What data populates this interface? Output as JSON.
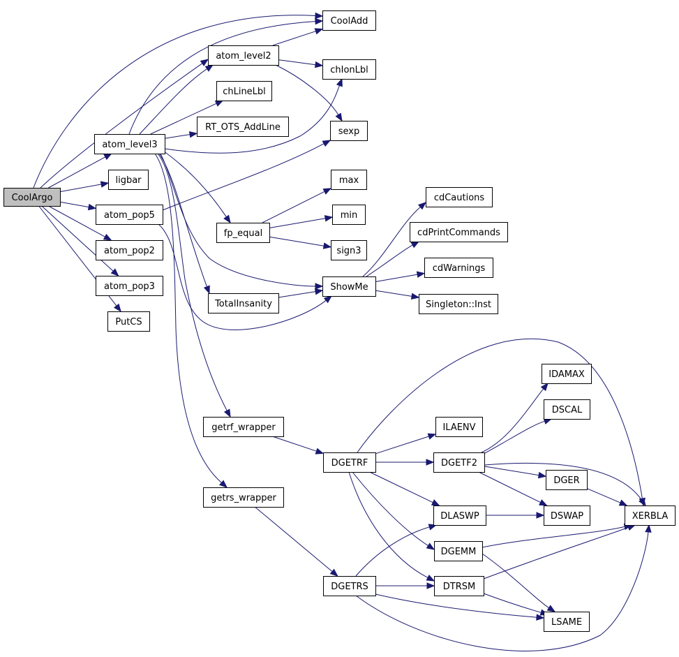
{
  "colors": {
    "edge": "#191970",
    "node_fill": "#ffffff",
    "root_fill": "#bfbfbf",
    "node_border": "#000000"
  },
  "root": "CoolArgo",
  "nodes": [
    {
      "id": "CoolArgo",
      "label": "CoolArgo"
    },
    {
      "id": "atom_level3",
      "label": "atom_level3"
    },
    {
      "id": "ligbar",
      "label": "ligbar"
    },
    {
      "id": "atom_pop5",
      "label": "atom_pop5"
    },
    {
      "id": "atom_pop2",
      "label": "atom_pop2"
    },
    {
      "id": "atom_pop3",
      "label": "atom_pop3"
    },
    {
      "id": "PutCS",
      "label": "PutCS"
    },
    {
      "id": "atom_level2",
      "label": "atom_level2"
    },
    {
      "id": "chLineLbl",
      "label": "chLineLbl"
    },
    {
      "id": "RT_OTS_AddLine",
      "label": "RT_OTS_AddLine"
    },
    {
      "id": "fp_equal",
      "label": "fp_equal"
    },
    {
      "id": "TotalInsanity",
      "label": "TotalInsanity"
    },
    {
      "id": "CoolAdd",
      "label": "CoolAdd"
    },
    {
      "id": "chIonLbl",
      "label": "chIonLbl"
    },
    {
      "id": "sexp",
      "label": "sexp"
    },
    {
      "id": "max",
      "label": "max"
    },
    {
      "id": "min",
      "label": "min"
    },
    {
      "id": "sign3",
      "label": "sign3"
    },
    {
      "id": "ShowMe",
      "label": "ShowMe"
    },
    {
      "id": "cdCautions",
      "label": "cdCautions"
    },
    {
      "id": "cdPrintCommands",
      "label": "cdPrintCommands"
    },
    {
      "id": "cdWarnings",
      "label": "cdWarnings"
    },
    {
      "id": "Singleton_Inst",
      "label": "Singleton::Inst"
    },
    {
      "id": "getrf_wrapper",
      "label": "getrf_wrapper"
    },
    {
      "id": "getrs_wrapper",
      "label": "getrs_wrapper"
    },
    {
      "id": "DGETRF",
      "label": "DGETRF"
    },
    {
      "id": "DGETRS",
      "label": "DGETRS"
    },
    {
      "id": "ILAENV",
      "label": "ILAENV"
    },
    {
      "id": "DGETF2",
      "label": "DGETF2"
    },
    {
      "id": "DLASWP",
      "label": "DLASWP"
    },
    {
      "id": "DGEMM",
      "label": "DGEMM"
    },
    {
      "id": "DTRSM",
      "label": "DTRSM"
    },
    {
      "id": "IDAMAX",
      "label": "IDAMAX"
    },
    {
      "id": "DSCAL",
      "label": "DSCAL"
    },
    {
      "id": "DGER",
      "label": "DGER"
    },
    {
      "id": "DSWAP",
      "label": "DSWAP"
    },
    {
      "id": "XERBLA",
      "label": "XERBLA"
    },
    {
      "id": "LSAME",
      "label": "LSAME"
    }
  ],
  "edges": [
    {
      "from": "CoolArgo",
      "to": "atom_level3"
    },
    {
      "from": "CoolArgo",
      "to": "ligbar"
    },
    {
      "from": "CoolArgo",
      "to": "atom_pop5"
    },
    {
      "from": "CoolArgo",
      "to": "atom_pop2"
    },
    {
      "from": "CoolArgo",
      "to": "atom_pop3"
    },
    {
      "from": "CoolArgo",
      "to": "PutCS"
    },
    {
      "from": "CoolArgo",
      "to": "CoolAdd"
    },
    {
      "from": "CoolArgo",
      "to": "atom_level2"
    },
    {
      "from": "atom_level3",
      "to": "CoolAdd"
    },
    {
      "from": "atom_level3",
      "to": "atom_level2"
    },
    {
      "from": "atom_level3",
      "to": "chLineLbl"
    },
    {
      "from": "atom_level3",
      "to": "RT_OTS_AddLine"
    },
    {
      "from": "atom_level3",
      "to": "chIonLbl"
    },
    {
      "from": "atom_level3",
      "to": "fp_equal"
    },
    {
      "from": "atom_level3",
      "to": "ShowMe"
    },
    {
      "from": "atom_level3",
      "to": "TotalInsanity"
    },
    {
      "from": "atom_level3",
      "to": "getrf_wrapper"
    },
    {
      "from": "atom_level3",
      "to": "getrs_wrapper"
    },
    {
      "from": "atom_level2",
      "to": "CoolAdd"
    },
    {
      "from": "atom_level2",
      "to": "chIonLbl"
    },
    {
      "from": "atom_level2",
      "to": "sexp"
    },
    {
      "from": "atom_pop5",
      "to": "sexp"
    },
    {
      "from": "atom_pop5",
      "to": "ShowMe"
    },
    {
      "from": "fp_equal",
      "to": "max"
    },
    {
      "from": "fp_equal",
      "to": "min"
    },
    {
      "from": "fp_equal",
      "to": "sign3"
    },
    {
      "from": "TotalInsanity",
      "to": "ShowMe"
    },
    {
      "from": "ShowMe",
      "to": "cdCautions"
    },
    {
      "from": "ShowMe",
      "to": "cdPrintCommands"
    },
    {
      "from": "ShowMe",
      "to": "cdWarnings"
    },
    {
      "from": "ShowMe",
      "to": "Singleton_Inst"
    },
    {
      "from": "getrf_wrapper",
      "to": "DGETRF"
    },
    {
      "from": "getrs_wrapper",
      "to": "DGETRS"
    },
    {
      "from": "DGETRF",
      "to": "ILAENV"
    },
    {
      "from": "DGETRF",
      "to": "DGETF2"
    },
    {
      "from": "DGETRF",
      "to": "DLASWP"
    },
    {
      "from": "DGETRF",
      "to": "DGEMM"
    },
    {
      "from": "DGETRF",
      "to": "DTRSM"
    },
    {
      "from": "DGETRF",
      "to": "XERBLA"
    },
    {
      "from": "DGETF2",
      "to": "IDAMAX"
    },
    {
      "from": "DGETF2",
      "to": "DSCAL"
    },
    {
      "from": "DGETF2",
      "to": "DGER"
    },
    {
      "from": "DGETF2",
      "to": "DSWAP"
    },
    {
      "from": "DGETF2",
      "to": "XERBLA"
    },
    {
      "from": "DLASWP",
      "to": "DSWAP"
    },
    {
      "from": "DGEMM",
      "to": "XERBLA"
    },
    {
      "from": "DGEMM",
      "to": "LSAME"
    },
    {
      "from": "DTRSM",
      "to": "XERBLA"
    },
    {
      "from": "DTRSM",
      "to": "LSAME"
    },
    {
      "from": "DGETRS",
      "to": "DLASWP"
    },
    {
      "from": "DGETRS",
      "to": "DTRSM"
    },
    {
      "from": "DGETRS",
      "to": "LSAME"
    },
    {
      "from": "DGETRS",
      "to": "XERBLA"
    },
    {
      "from": "DGER",
      "to": "XERBLA"
    }
  ]
}
